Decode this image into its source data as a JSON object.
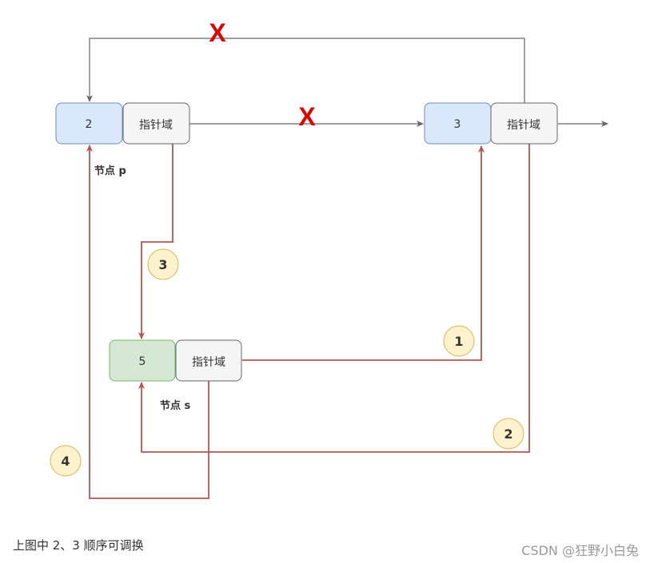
{
  "nodes": {
    "p": {
      "value": "2",
      "ptr_label": "指针域",
      "name": "节点 p"
    },
    "q": {
      "value": "3",
      "ptr_label": "指针域"
    },
    "s": {
      "value": "5",
      "ptr_label": "指针域",
      "name": "节点 s"
    }
  },
  "steps": [
    "1",
    "2",
    "3",
    "4"
  ],
  "removed_mark": "X",
  "caption": "上图中 2、3 顺序可调换",
  "watermark": "CSDN @狂野小白兔",
  "colors": {
    "blue_fill": "#dae8fc",
    "blue_stroke": "#6c8ebf",
    "green_fill": "#d5e8d4",
    "green_stroke": "#82b366",
    "gray_fill": "#f5f5f5",
    "gray_stroke": "#666666",
    "red_line": "#b85450",
    "gray_line": "#666666",
    "badge_fill": "#fff2cc",
    "badge_stroke": "#d6b656",
    "cross": "#e00000"
  }
}
